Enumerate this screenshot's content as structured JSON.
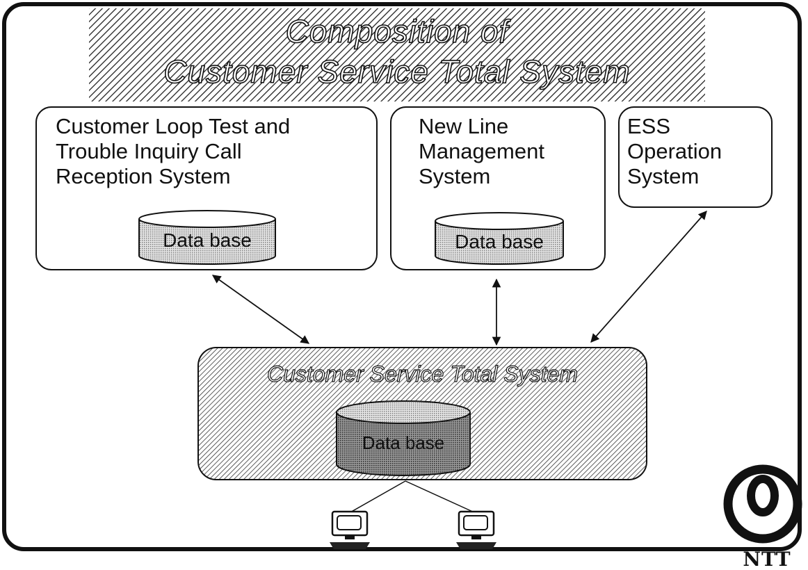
{
  "title": {
    "line1": "Composition of",
    "line2": "Customer Service Total System"
  },
  "systems": [
    {
      "lines": [
        "Customer Loop Test and",
        "Trouble Inquiry Call",
        "Reception System"
      ],
      "database_label": "Data base"
    },
    {
      "lines": [
        "New  Line",
        "Management",
        "System"
      ],
      "database_label": "Data base"
    },
    {
      "lines": [
        "ESS",
        "Operation",
        "System"
      ]
    }
  ],
  "central_system": {
    "title": "Customer Service Total System",
    "database_label": "Data base"
  },
  "terminals": [
    "terminal-1",
    "terminal-2"
  ],
  "logo": {
    "text": "NTT",
    "icon": "ntt-logo"
  },
  "colors": {
    "ink": "#111111",
    "paper": "#ffffff",
    "db_fill_light": "#d0d0d0",
    "db_fill_dark": "#7a7a7a"
  }
}
